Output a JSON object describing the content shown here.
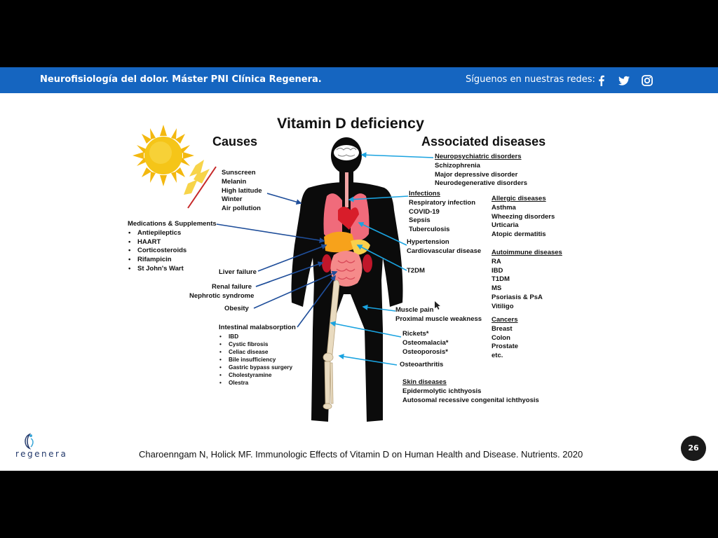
{
  "header": {
    "title": "Neurofisiología del dolor. Máster PNI Clínica Regenera.",
    "social_label": "Síguenos en nuestras redes:",
    "social_icons": [
      "facebook-icon",
      "twitter-icon",
      "instagram-icon"
    ]
  },
  "slide": {
    "title": "Vitamin D deficiency",
    "causes_heading": "Causes",
    "diseases_heading": "Associated diseases",
    "environment": [
      "Sunscreen",
      "Melanin",
      "High latitude",
      "Winter",
      "Air pollution"
    ],
    "medications": {
      "heading": "Medications & Supplements",
      "items": [
        "Antiepileptics",
        "HAART",
        "Corticosteroids",
        "Rifampicin",
        "St John's Wart"
      ]
    },
    "liver_failure": "Liver failure",
    "renal_failure": "Renal failure",
    "nephrotic": "Nephrotic syndrome",
    "obesity": "Obesity",
    "intestinal": {
      "heading": "Intestinal malabsorption",
      "items": [
        "IBD",
        "Cystic fibrosis",
        "Celiac disease",
        "Bile insufficiency",
        "Gastric bypass surgery",
        "Cholestyramine",
        "Olestra"
      ]
    },
    "neuro": {
      "heading": "Neuropsychiatric disorders",
      "items": [
        "Schizophrenia",
        "Major depressive disorder",
        "Neurodegenerative disorders"
      ]
    },
    "infections": {
      "heading": "Infections",
      "items": [
        "Respiratory infection",
        "COVID-19",
        "Sepsis",
        "Tuberculosis"
      ]
    },
    "hypertension": "Hypertension",
    "cardiovascular": "Cardiovascular disease",
    "t2dm": "T2DM",
    "muscle_pain": "Muscle pain",
    "muscle_weakness": "Proximal muscle weakness",
    "bone": [
      "Rickets*",
      "Osteomalacia*",
      "Osteoporosis*"
    ],
    "osteoarthritis": "Osteoarthritis",
    "skin": {
      "heading": "Skin diseases",
      "items": [
        "Epidermolytic  ichthyosis",
        "Autosomal recessive congenital ichthyosis"
      ]
    },
    "allergic": {
      "heading": "Allergic diseases",
      "items": [
        "Asthma",
        "Wheezing disorders",
        "Urticaria",
        "Atopic dermatitis"
      ]
    },
    "autoimmune": {
      "heading": "Autoimmune diseases",
      "items": [
        "RA",
        "IBD",
        "T1DM",
        "MS",
        "Psoriasis & PsA",
        "Vitiligo"
      ]
    },
    "cancers": {
      "heading": "Cancers",
      "items": [
        "Breast",
        "Colon",
        "Prostate",
        "etc."
      ]
    }
  },
  "footer": {
    "citation": "Charoenngam N, Holick MF. Immunologic Effects of Vitamin D on Human Health and Disease. Nutrients. 2020",
    "page_number": "26",
    "logo_text": "regenera"
  },
  "colors": {
    "header_bg": "#1565c0",
    "arrow_left": "#1f4e9a",
    "arrow_right": "#1aa3e0",
    "sun": "#f5c518"
  }
}
